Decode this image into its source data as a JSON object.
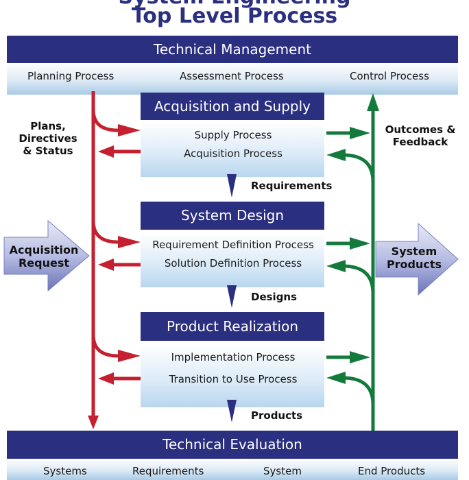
{
  "title": {
    "line1": "System Engineering",
    "line2": "Top Level Process"
  },
  "technical_management": {
    "label": "Technical Management",
    "processes": [
      "Planning Process",
      "Assessment Process",
      "Control Process"
    ]
  },
  "left_annotation": {
    "line1": "Plans,",
    "line2": "Directives",
    "line3": "& Status"
  },
  "right_annotation": {
    "line1": "Outcomes &",
    "line2": "Feedback"
  },
  "acquisition_request": {
    "line1": "Acquisition",
    "line2": "Request"
  },
  "system_products": {
    "line1": "System",
    "line2": "Products"
  },
  "stages": [
    {
      "header": "Acquisition and Supply",
      "processes": [
        "Supply Process",
        "Acquisition Process"
      ],
      "output": "Requirements"
    },
    {
      "header": "System Design",
      "processes": [
        "Requirement Definition Process",
        "Solution Definition Process"
      ],
      "output": "Designs"
    },
    {
      "header": "Product Realization",
      "processes": [
        "Implementation Process",
        "Transition to Use Process"
      ],
      "output": "Products"
    }
  ],
  "technical_evaluation": {
    "label": "Technical Evaluation",
    "processes": [
      "Systems",
      "Requirements",
      "System",
      "End Products"
    ]
  },
  "colors": {
    "navy": "#2b2f7f",
    "red": "#c4202f",
    "green": "#137a3c",
    "light_blue": "#b8d6ee"
  }
}
